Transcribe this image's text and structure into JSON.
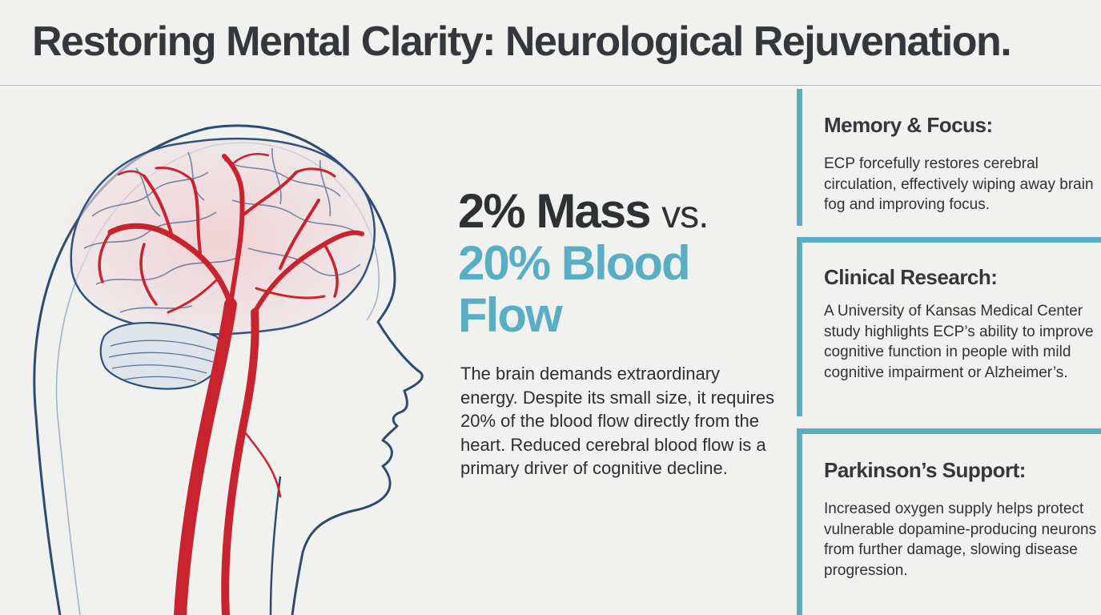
{
  "title": "Restoring Mental Clarity: Neurological Rejuvenation.",
  "headline": {
    "part1": "2% Mass",
    "vs": "vs.",
    "part2": "20% Blood Flow"
  },
  "body": "The brain demands extraordinary energy. Despite its small size, it requires 20% of the blood flow directly from the heart. Reduced cerebral blood flow is a primary driver of cognitive decline.",
  "cards": [
    {
      "heading": "Memory & Focus:",
      "text": "ECP forcefully restores cerebral circulation, effectively wiping away brain fog and improving focus."
    },
    {
      "heading": "Clinical Research:",
      "text": "A University of Kansas Medical Center study highlights ECP’s ability to improve cognitive function in people with mild cognitive impairment or Alzheimer’s."
    },
    {
      "heading": "Parkinson’s Support:",
      "text": "Increased oxygen supply helps protect vulnerable dopamine-producing neurons from further damage, slowing disease progression."
    }
  ],
  "colors": {
    "accent": "#5aaec4",
    "artery": "#c8242f",
    "outline": "#2f4a6e",
    "background": "#f1f1ef"
  },
  "illustration": "head-profile-with-brain-and-arteries"
}
